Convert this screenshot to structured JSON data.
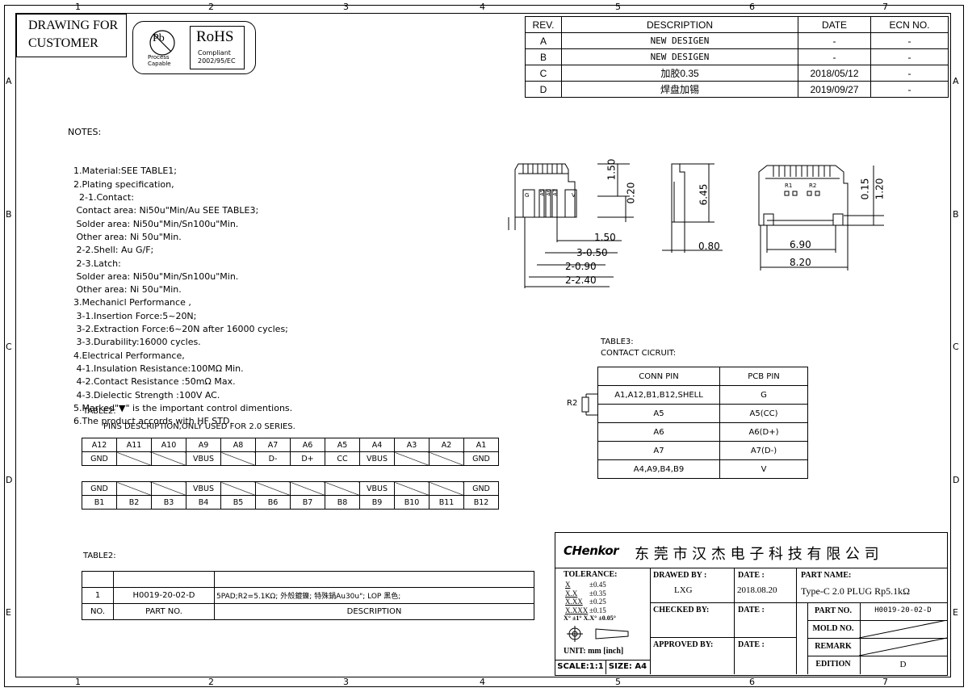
{
  "zones": {
    "columns": [
      "1",
      "2",
      "3",
      "4",
      "5",
      "6",
      "7"
    ],
    "rows": [
      "A",
      "B",
      "C",
      "D",
      "E"
    ]
  },
  "title_block_top": {
    "drawing_for": "DRAWING FOR",
    "customer": "CUSTOMER",
    "pb_mark": "Pb",
    "pb_process": "Process",
    "pb_capable": "Capable",
    "rohs": "RoHS",
    "rohs_compliant": "Compliant",
    "rohs_directive": "2002/95/EC"
  },
  "revisions": {
    "headers": [
      "REV.",
      "DESCRIPTION",
      "DATE",
      "ECN NO."
    ],
    "rows": [
      [
        "A",
        "NEW DESIGEN",
        "-",
        "-"
      ],
      [
        "B",
        "NEW DESIGEN",
        "-",
        "-"
      ],
      [
        "C",
        "加胶0.35",
        "2018/05/12",
        "-"
      ],
      [
        "D",
        "焊盘加锡",
        "2019/09/27",
        "-"
      ]
    ]
  },
  "notes": {
    "heading": "NOTES:",
    "lines": [
      "  1.Material:SEE TABLE1;",
      "  2.Plating specification,",
      "    2-1.Contact:",
      "   Contact area: Ni50u\"Min/Au SEE TABLE3;",
      "   Solder area: Ni50u\"Min/Sn100u\"Min.",
      "   Other area: Ni 50u\"Min.",
      "   2-2.Shell: Au G/F;",
      "   2-3.Latch:",
      "   Solder area: Ni50u\"Min/Sn100u\"Min.",
      "   Other area: Ni 50u\"Min.",
      "  3.Mechanicl Performance ,",
      "   3-1.Insertion Force:5~20N;",
      "   3-2.Extraction Force:6~20N after 16000 cycles;",
      "   3-3.Durability:16000 cycles.",
      "  4.Electrical Performance,",
      "   4-1.Insulation Resistance:100MΩ Min.",
      "   4-2.Contact Resistance :50mΩ Max.",
      "   4-3.Dielectic Strength :100V AC.",
      "  5.Marked\"▼\" is the important control dimentions.",
      "  6.The product accords with HF STD."
    ]
  },
  "drawing_dims": {
    "front": [
      "1.50",
      "0.20",
      "1.50",
      "3-0.50",
      "2-0.90",
      "2-2.40"
    ],
    "front_pin_labels": [
      "G",
      "A5",
      "A6",
      "A7",
      "V"
    ],
    "side": [
      "6.45",
      "0.80"
    ],
    "bottom": [
      "0.15",
      "1.20",
      "6.90",
      "8.20"
    ],
    "bottom_labels": [
      "R1",
      "R2"
    ]
  },
  "table3": {
    "title": "TABLE3:",
    "subtitle": "CONTACT CICRUIT:",
    "r2_label": "R2",
    "headers": [
      "CONN PIN",
      "PCB PIN"
    ],
    "rows": [
      [
        "A1,A12,B1,B12,SHELL",
        "G"
      ],
      [
        "A5",
        "A5(CC)"
      ],
      [
        "A6",
        "A6(D+)"
      ],
      [
        "A7",
        "A7(D-)"
      ],
      [
        "A4,A9,B4,B9",
        "V"
      ]
    ]
  },
  "table2_pins": {
    "title": "TABLE2:",
    "subtitle": "PINS DESCRIPTION,ONLY USED FOR 2.0 SERIES.",
    "top_names": [
      "A12",
      "A11",
      "A10",
      "A9",
      "A8",
      "A7",
      "A6",
      "A5",
      "A4",
      "A3",
      "A2",
      "A1"
    ],
    "top_signals": [
      "GND",
      "",
      "",
      "VBUS",
      "",
      "D-",
      "D+",
      "CC",
      "VBUS",
      "",
      "",
      "GND"
    ],
    "bottom_signals": [
      "GND",
      "",
      "",
      "VBUS",
      "",
      "",
      "",
      "",
      "VBUS",
      "",
      "",
      "GND"
    ],
    "bottom_names": [
      "B1",
      "B2",
      "B3",
      "B4",
      "B5",
      "B6",
      "B7",
      "B8",
      "B9",
      "B10",
      "B11",
      "B12"
    ]
  },
  "table2_parts": {
    "title": "TABLE2:",
    "row": [
      "1",
      "H0019-20-02-D",
      "5PAD;R2=5.1KΩ; 外殼鍍鎳; 特殊鍋Au30u\"; LOP 黑色;"
    ],
    "headers": [
      "NO.",
      "PART NO.",
      "DESCRIPTION"
    ]
  },
  "title_block": {
    "logo": "CHenkor",
    "company": "东 莞 市 汉 杰 电 子 科 技 有 限 公 司",
    "tolerance_heading": "TOLERANCE:",
    "tolerances": [
      [
        "X",
        "±0.45"
      ],
      [
        "X.X",
        "±0.35"
      ],
      [
        "X.XX",
        "±0.25"
      ],
      [
        "X.XXX",
        "±0.15"
      ]
    ],
    "angles": "X° ±1°    X.X° ±0.05°",
    "unit": "UNIT: mm [inch]",
    "scale": "SCALE:1:1",
    "size": "SIZE: A4",
    "drawn_by_label": "DRAWED BY :",
    "drawn_by": "LXG",
    "checked_by_label": "CHECKED BY:",
    "approved_by_label": "APPROVED BY:",
    "date_label": "DATE :",
    "date": "2018.08.20",
    "part_name_label": "PART NAME:",
    "part_name": "Type-C 2.0 PLUG Rp5.1kΩ",
    "part_no_label": "PART NO.",
    "part_no": "H0019-20-02-D",
    "mold_no_label": "MOLD NO.",
    "remark_label": "REMARK",
    "edition_label": "EDITION",
    "edition": "D"
  }
}
